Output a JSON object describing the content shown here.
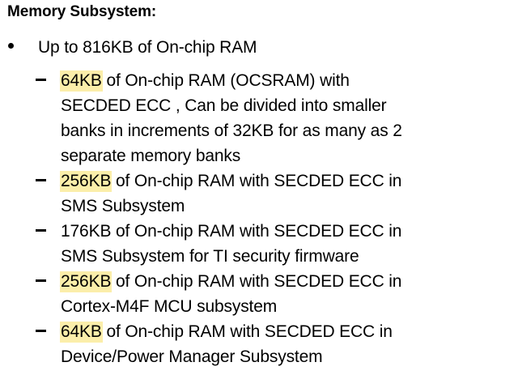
{
  "document": {
    "heading": "Memory Subsystem:",
    "highlight_color": "#fbeeaa",
    "text_color": "#000000",
    "background_color": "#ffffff",
    "bullet_marker": "•",
    "sub_marker": "–",
    "top_bullet": {
      "text": "Up to 816KB of On-chip RAM",
      "highlighted": false
    },
    "sub_items": [
      {
        "highlight": "64KB",
        "highlighted": true,
        "lines": [
          {
            "highlight": "64KB",
            "rest": " of On-chip RAM (OCSRAM) with"
          },
          {
            "highlight": "",
            "rest": "SECDED ECC , Can be divided into smaller"
          },
          {
            "highlight": "",
            "rest": "banks in increments of 32KB for as many as 2"
          },
          {
            "highlight": "",
            "rest": "separate memory banks"
          }
        ]
      },
      {
        "highlight": "256KB",
        "highlighted": true,
        "lines": [
          {
            "highlight": "256KB",
            "rest": " of On-chip RAM with SECDED ECC in"
          },
          {
            "highlight": "",
            "rest": "SMS Subsystem"
          }
        ]
      },
      {
        "highlight": "",
        "highlighted": false,
        "lines": [
          {
            "highlight": "",
            "rest": "176KB of On-chip RAM with SECDED ECC in"
          },
          {
            "highlight": "",
            "rest": "SMS Subsystem for TI security firmware"
          }
        ]
      },
      {
        "highlight": "256KB",
        "highlighted": true,
        "lines": [
          {
            "highlight": "256KB",
            "rest": " of On-chip RAM with SECDED ECC in"
          },
          {
            "highlight": "",
            "rest": "Cortex-M4F MCU subsystem"
          }
        ]
      },
      {
        "highlight": "64KB",
        "highlighted": true,
        "lines": [
          {
            "highlight": "64KB",
            "rest": " of On-chip RAM with SECDED ECC in"
          },
          {
            "highlight": "",
            "rest": "Device/Power Manager Subsystem"
          }
        ]
      }
    ]
  }
}
